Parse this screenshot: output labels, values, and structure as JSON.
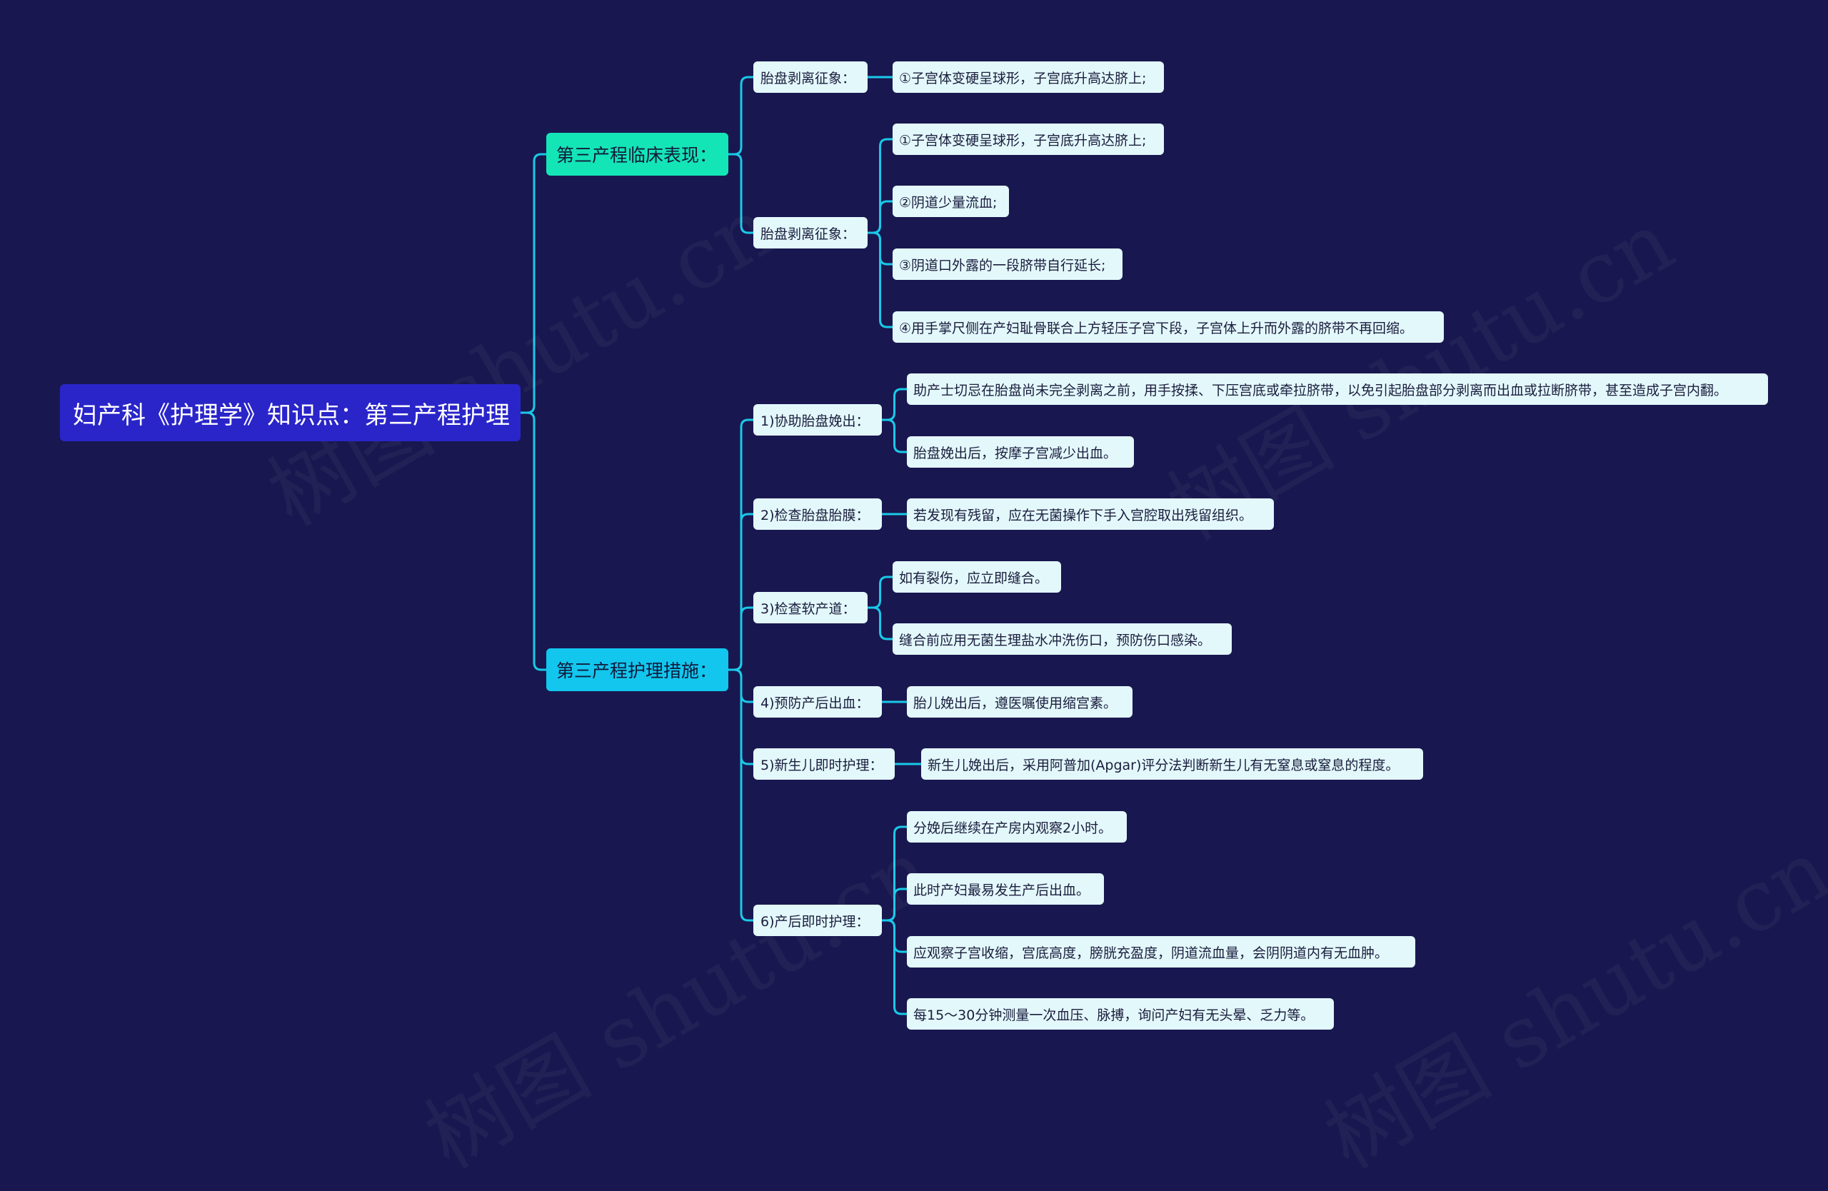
{
  "watermark": "树图 shutu.cn",
  "colors": {
    "background": "#19174f",
    "root": "#2a25c9",
    "branch_clinical": "#14e5b6",
    "branch_nursing": "#12c6ee",
    "connector": "#19c9e8"
  },
  "mindmap": {
    "root": "妇产科《护理学》知识点：第三产程护理",
    "branches": [
      {
        "label": "第三产程临床表现：",
        "children": [
          {
            "label": "胎盘剥离征象：",
            "items": [
              "①子宫体变硬呈球形，子宫底升高达脐上;"
            ]
          },
          {
            "label": "胎盘剥离征象：",
            "items": [
              "①子宫体变硬呈球形，子宫底升高达脐上;",
              "②阴道少量流血;",
              "③阴道口外露的一段脐带自行延长;",
              "④用手掌尺侧在产妇耻骨联合上方轻压子宫下段，子宫体上升而外露的脐带不再回缩。"
            ]
          }
        ]
      },
      {
        "label": "第三产程护理措施：",
        "children": [
          {
            "label": "1)协助胎盘娩出：",
            "items": [
              "助产士切忌在胎盘尚未完全剥离之前，用手按揉、下压宫底或牵拉脐带，以免引起胎盘部分剥离而出血或拉断脐带，甚至造成子宫内翻。",
              "胎盘娩出后，按摩子宫减少出血。"
            ]
          },
          {
            "label": "2)检查胎盘胎膜：",
            "items": [
              "若发现有残留，应在无菌操作下手入宫腔取出残留组织。"
            ]
          },
          {
            "label": "3)检查软产道：",
            "items": [
              "如有裂伤，应立即缝合。",
              "缝合前应用无菌生理盐水冲洗伤口，预防伤口感染。"
            ]
          },
          {
            "label": "4)预防产后出血：",
            "items": [
              "胎儿娩出后，遵医嘱使用缩宫素。"
            ]
          },
          {
            "label": "5)新生儿即时护理：",
            "items": [
              "新生儿娩出后，采用阿普加(Apgar)评分法判断新生儿有无窒息或窒息的程度。"
            ]
          },
          {
            "label": "6)产后即时护理：",
            "items": [
              "分娩后继续在产房内观察2小时。",
              "此时产妇最易发生产后出血。",
              "应观察子宫收缩，宫底高度，膀胱充盈度，阴道流血量，会阴阴道内有无血肿。",
              "每15～30分钟测量一次血压、脉搏，询问产妇有无头晕、乏力等。"
            ]
          }
        ]
      }
    ]
  }
}
